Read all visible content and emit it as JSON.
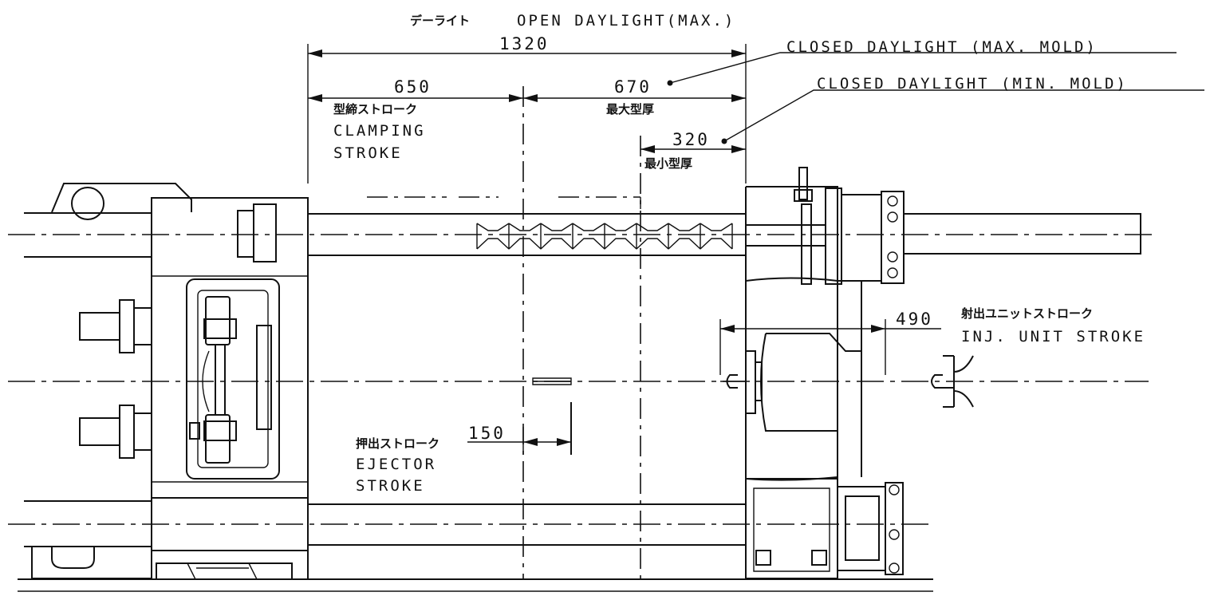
{
  "drawing": {
    "open_daylight": {
      "jp": "デーライト",
      "en": "OPEN DAYLIGHT(MAX.)",
      "value": "1320"
    },
    "closed_max": {
      "label": "CLOSED DAYLIGHT (MAX. MOLD)",
      "value": "670",
      "jp": "最大型厚"
    },
    "closed_min": {
      "label": "CLOSED DAYLIGHT (MIN. MOLD)",
      "value": "320",
      "jp": "最小型厚"
    },
    "clamping": {
      "value": "650",
      "jp": "型締ストローク",
      "en_line1": "CLAMPING",
      "en_line2": "STROKE"
    },
    "ejector": {
      "jp": "押出ストローク",
      "value": "150",
      "en_line1": "EJECTOR",
      "en_line2": "STROKE"
    },
    "injection": {
      "jp": "射出ユニットストローク",
      "value": "490",
      "en": "INJ. UNIT STROKE"
    }
  }
}
